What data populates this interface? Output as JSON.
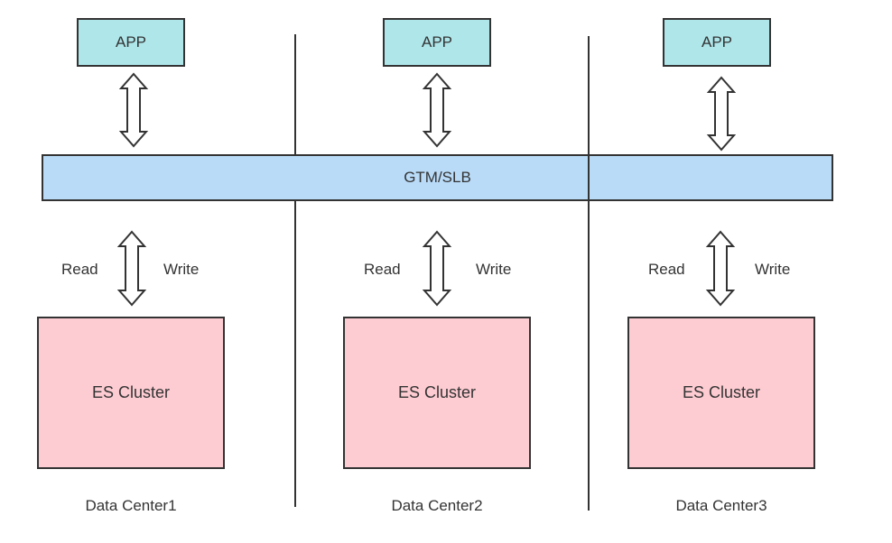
{
  "gateway": {
    "label": "GTM/SLB"
  },
  "data_centers": [
    {
      "app_label": "APP",
      "read_label": "Read",
      "write_label": "Write",
      "cluster_label": "ES Cluster",
      "name": "Data Center1"
    },
    {
      "app_label": "APP",
      "read_label": "Read",
      "write_label": "Write",
      "cluster_label": "ES Cluster",
      "name": "Data Center2"
    },
    {
      "app_label": "APP",
      "read_label": "Read",
      "write_label": "Write",
      "cluster_label": "ES Cluster",
      "name": "Data Center3"
    }
  ],
  "colors": {
    "app_fill": "#aee6ea",
    "gateway_fill": "#b9dbf8",
    "cluster_fill": "#fdccd2",
    "stroke": "#333333"
  }
}
